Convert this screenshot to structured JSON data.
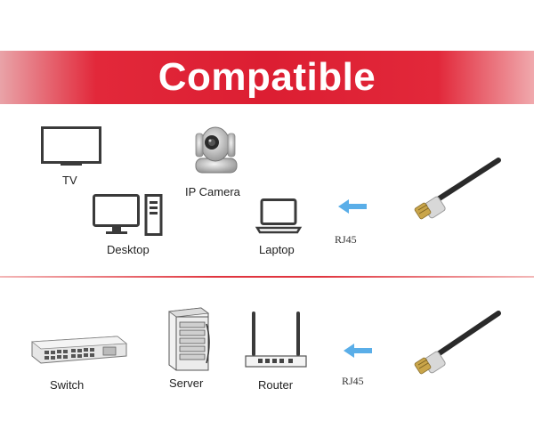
{
  "banner": {
    "title": "Compatible"
  },
  "top": {
    "devices": [
      {
        "id": "tv",
        "label": "TV",
        "icon": "tv-icon"
      },
      {
        "id": "ipcam",
        "label": "IP Camera",
        "icon": "ip-camera-icon"
      },
      {
        "id": "desktop",
        "label": "Desktop",
        "icon": "desktop-icon"
      },
      {
        "id": "laptop",
        "label": "Laptop",
        "icon": "laptop-icon"
      }
    ],
    "connector_label": "RJ45"
  },
  "bottom": {
    "devices": [
      {
        "id": "switch",
        "label": "Switch",
        "icon": "switch-icon"
      },
      {
        "id": "server",
        "label": "Server",
        "icon": "server-icon"
      },
      {
        "id": "router",
        "label": "Router",
        "icon": "router-icon"
      }
    ],
    "connector_label": "RJ45"
  },
  "colors": {
    "banner": "#dc1e32",
    "arrow": "#5aaee8",
    "icon": "#3a3a3a"
  }
}
